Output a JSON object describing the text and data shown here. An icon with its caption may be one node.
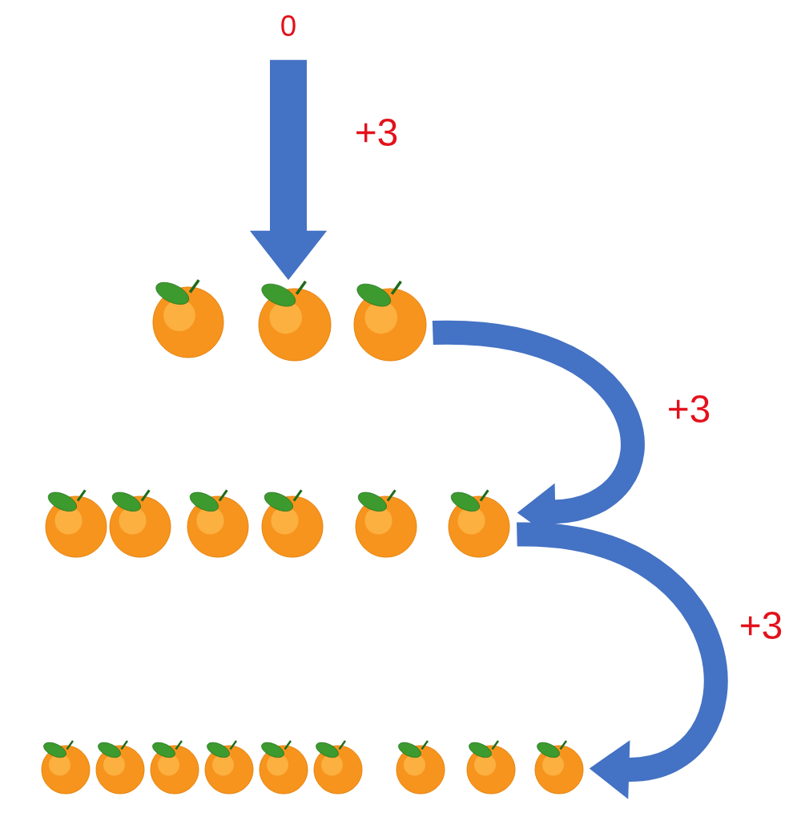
{
  "diagram": {
    "nodes": [
      {
        "text": [
          "0"
        ]
      },
      {
        "text": [],
        "shape": "picture"
      },
      {
        "text": [],
        "shape": "picture"
      },
      {
        "text": [],
        "shape": "picture"
      }
    ],
    "edges": [
      {
        "from": 0,
        "to": 1,
        "arrow": "to",
        "label": "+3"
      },
      {
        "from": 1,
        "to": 2,
        "arrow": "to",
        "label": "+3"
      },
      {
        "from": 2,
        "to": 3,
        "arrow": "to",
        "label": "+3"
      }
    ]
  }
}
